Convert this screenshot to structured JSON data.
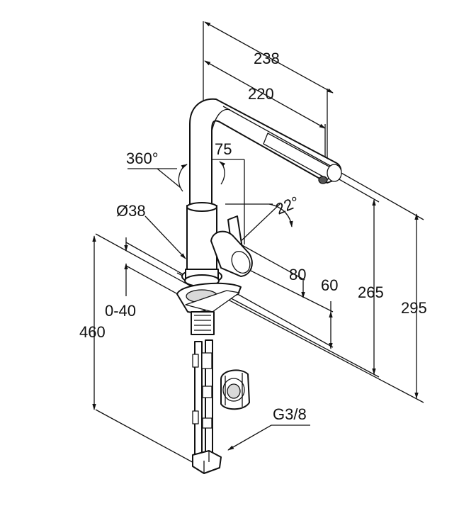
{
  "dimensions": {
    "d238": "238",
    "d220": "220",
    "d360": "360°",
    "d75": "75",
    "d22": "22°",
    "d38": "Ø38",
    "d80": "80",
    "d60": "60",
    "d265": "265",
    "d295": "295",
    "d0_40": "0-40",
    "d460": "460",
    "g38": "G3/8"
  }
}
